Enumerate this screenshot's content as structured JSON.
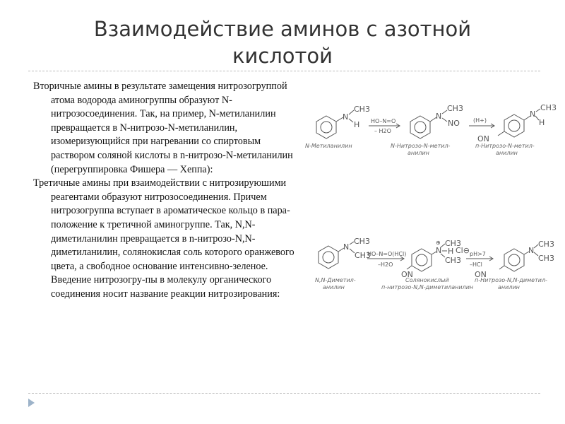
{
  "slide": {
    "title_line1": "Взаимодействие аминов с азотной",
    "title_line2": "кислотой",
    "paragraphs": [
      "Вторичные амины в результате замещения нитрозогруппой атома водорода аминогруппы образуют N-нитрозосоединения. Так, на пример, N-метиланилин превращается в N-нитрозо-N-метиланилин, изомеризующийся при нагревании со спиртовым раствором соляной кислоты в n-нитрозо-N-метиланилин (перегруппировка Фишера — Хеппа):",
      "Третичные амины при взаимодействии с нитрозируюшими реагентами образуют нитрозосоединения. Причем нитрозогруппа вступает в ароматическое кольцо в пара-положение к третичной аминогруппе. Так, N,N-диметиланилин превращается в n-нитрозо-N,N-диметиланилин, солянокислая соль которого оранжевого цвета, а свободное основание интенсивно-зеленое. Введение нитрозогру-пы в молекулу органического соединения носит название реакции нитрозирования:"
    ],
    "bullet_color": "#9db3c9"
  },
  "reaction1": {
    "ch3": "CH3",
    "h": "H",
    "n": "N",
    "no": "NO",
    "on": "ON",
    "reagent_top": "HO–N=O",
    "reagent_bottom": "– H2O",
    "catalyst": "(H+)",
    "captions": [
      "N-Метиланилин",
      "N-Нитрозо-N-метил-",
      "анилин",
      "п-Нитрозо-N-метил-",
      "анилин"
    ]
  },
  "reaction2": {
    "ch3": "CH3",
    "h": "H",
    "n": "N",
    "on": "ON",
    "plus": "⊕",
    "cl": "Cl⊖",
    "reagent_top": "HO–N=O(HCl)",
    "reagent_bottom": "–H2O",
    "cond_top": "pH>7",
    "cond_bottom": "–HCl",
    "captions": [
      "N,N-Диметил-",
      "анилин",
      "Солянокислый",
      "п-нитрозо-N,N-диметиланилин",
      "п-Нитрозо-N,N-диметил-",
      "анилин"
    ]
  }
}
